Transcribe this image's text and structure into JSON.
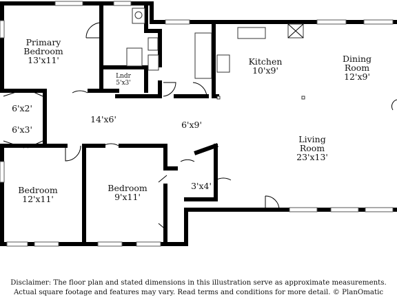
{
  "rooms": {
    "primary_bedroom": {
      "name_line1": "Primary",
      "name_line2": "Bedroom",
      "size": "13'x11'"
    },
    "laundry": {
      "name": "Lndr",
      "size": "5'x3'"
    },
    "closet_top": {
      "size": "6'x2'"
    },
    "closet_bottom": {
      "size": "6'x3'"
    },
    "hall_left": {
      "size": "14'x6'"
    },
    "hall_center": {
      "size": "6'x9'"
    },
    "kitchen": {
      "name": "Kitchen",
      "size": "10'x9'"
    },
    "dining": {
      "name_line1": "Dining",
      "name_line2": "Room",
      "size": "12'x9'"
    },
    "living": {
      "name_line1": "Living",
      "name_line2": "Room",
      "size": "23'x13'"
    },
    "bedroom_left": {
      "name": "Bedroom",
      "size": "12'x11'"
    },
    "bedroom_mid": {
      "name": "Bedroom",
      "size": "9'x11'"
    },
    "closet_small": {
      "size": "3'x4'"
    }
  },
  "disclaimer": {
    "line1": "Disclaimer: The floor plan and stated dimensions in this illustration serve as approximate measurements.",
    "line2": "Actual square footage and features may vary. Read terms and conditions for more detail. © PlanOmatic"
  }
}
